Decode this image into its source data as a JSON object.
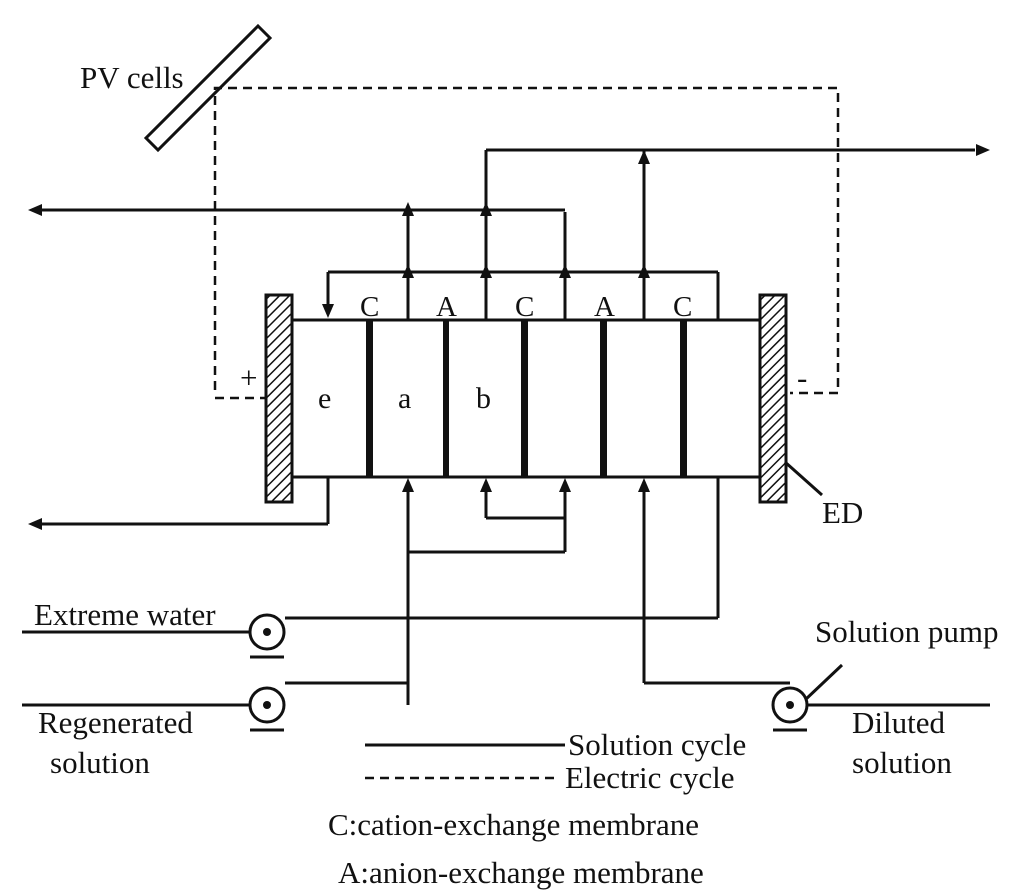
{
  "labels": {
    "pv_cells": "PV cells",
    "plus": "+",
    "minus": "-",
    "ed": "ED",
    "extreme_water": "Extreme water",
    "solution_pump": "Solution pump",
    "regenerated_1": "Regenerated",
    "regenerated_2": "solution",
    "diluted_1": "Diluted",
    "diluted_2": "solution"
  },
  "membranes": [
    "C",
    "A",
    "C",
    "A",
    "C"
  ],
  "cells": [
    "e",
    "a",
    "b"
  ],
  "legend": {
    "solution_cycle": "Solution cycle",
    "electric_cycle": "Electric  cycle",
    "cation": "C:cation-exchange membrane",
    "anion": "A:anion-exchange membrane"
  },
  "colors": {
    "ink": "#111111",
    "background": "#ffffff"
  }
}
